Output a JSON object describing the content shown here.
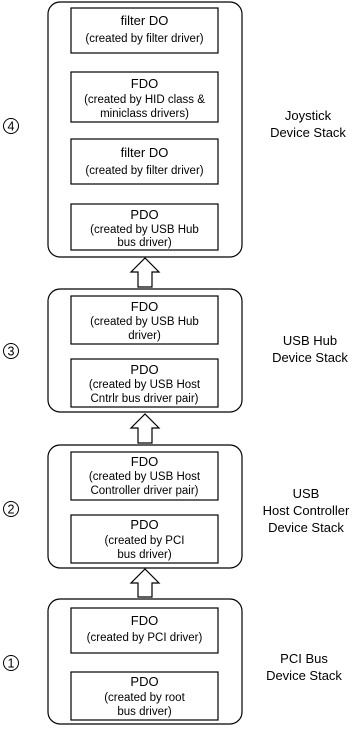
{
  "stacks": [
    {
      "number": "4",
      "label_lines": [
        "Joystick",
        "Device Stack"
      ],
      "objects": [
        {
          "title": "filter DO",
          "sub": [
            "(created by filter driver)"
          ]
        },
        {
          "title": "FDO",
          "sub": [
            "(created by HID class &",
            "miniclass drivers)"
          ]
        },
        {
          "title": "filter DO",
          "sub": [
            "(created by filter driver)"
          ]
        },
        {
          "title": "PDO",
          "sub": [
            "(created by USB Hub",
            "bus driver)"
          ]
        }
      ]
    },
    {
      "number": "3",
      "label_lines": [
        "USB Hub",
        "Device Stack"
      ],
      "objects": [
        {
          "title": "FDO",
          "sub": [
            "(created by USB Hub",
            "driver)"
          ]
        },
        {
          "title": "PDO",
          "sub": [
            "(created by USB Host",
            "Cntrlr bus driver pair)"
          ]
        }
      ]
    },
    {
      "number": "2",
      "label_lines": [
        "USB",
        "Host Controller",
        "Device Stack"
      ],
      "objects": [
        {
          "title": "FDO",
          "sub": [
            "(created by USB Host",
            "Controller driver pair)"
          ]
        },
        {
          "title": "PDO",
          "sub": [
            "(created by PCI",
            "bus driver)"
          ]
        }
      ]
    },
    {
      "number": "1",
      "label_lines": [
        "PCI Bus",
        "Device Stack"
      ],
      "objects": [
        {
          "title": "FDO",
          "sub": [
            "(created by PCI driver)"
          ]
        },
        {
          "title": "PDO",
          "sub": [
            "(created by root",
            "bus driver)"
          ]
        }
      ]
    }
  ]
}
